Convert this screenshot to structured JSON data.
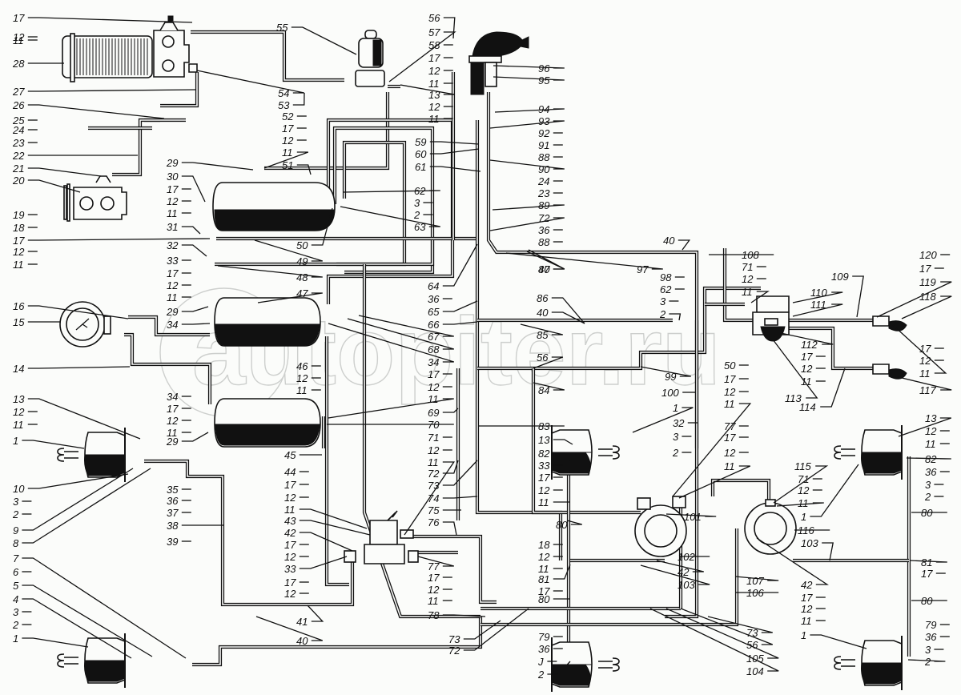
{
  "watermark": "autopiter.ru",
  "components": {
    "compressor": "compressor",
    "cooler": "air-cooler",
    "governor": "pressure-regulator",
    "antifreeze": "antifreeze-pump",
    "tank_top": "receiver",
    "tank_mid": "receiver",
    "tank_bot": "receiver",
    "gauge": "pressure-gauge",
    "brake_valve": "brake-valve",
    "hand_valve": "hand-brake-valve",
    "chamber": "brake-chamber",
    "relay_valve": "accelerator-valve",
    "trailer_valve": "trailer-brake-valve",
    "coupling": "connecting-head"
  },
  "callouts": [
    {
      "id": "c1",
      "text": "17"
    },
    {
      "id": "c2",
      "text": "12"
    },
    {
      "id": "c3",
      "text": "11"
    },
    {
      "id": "c4",
      "text": "28"
    },
    {
      "id": "c5",
      "text": "27"
    },
    {
      "id": "c6",
      "text": "26"
    },
    {
      "id": "c7",
      "text": "25"
    },
    {
      "id": "c8",
      "text": "24"
    },
    {
      "id": "c9",
      "text": "23"
    },
    {
      "id": "c10",
      "text": "22"
    },
    {
      "id": "c11",
      "text": "21"
    },
    {
      "id": "c12",
      "text": "20"
    },
    {
      "id": "c13",
      "text": "19"
    },
    {
      "id": "c14",
      "text": "18"
    },
    {
      "id": "c15",
      "text": "17"
    },
    {
      "id": "c16",
      "text": "12"
    },
    {
      "id": "c17",
      "text": "11"
    },
    {
      "id": "c18",
      "text": "16"
    },
    {
      "id": "c19",
      "text": "15"
    },
    {
      "id": "c20",
      "text": "14"
    },
    {
      "id": "c21",
      "text": "13"
    },
    {
      "id": "c22",
      "text": "12"
    },
    {
      "id": "c23",
      "text": "11"
    },
    {
      "id": "c24",
      "text": "1"
    },
    {
      "id": "c25",
      "text": "10"
    },
    {
      "id": "c26",
      "text": "3"
    },
    {
      "id": "c27",
      "text": "2"
    },
    {
      "id": "c28",
      "text": "9"
    },
    {
      "id": "c29",
      "text": "8"
    },
    {
      "id": "c30",
      "text": "7"
    },
    {
      "id": "c31",
      "text": "6"
    },
    {
      "id": "c32",
      "text": "5"
    },
    {
      "id": "c33",
      "text": "4"
    },
    {
      "id": "c34",
      "text": "3"
    },
    {
      "id": "c35",
      "text": "2"
    },
    {
      "id": "c36",
      "text": "1"
    },
    {
      "id": "c37",
      "text": "29"
    },
    {
      "id": "c38",
      "text": "30"
    },
    {
      "id": "c39",
      "text": "17"
    },
    {
      "id": "c40",
      "text": "12"
    },
    {
      "id": "c41",
      "text": "11"
    },
    {
      "id": "c42",
      "text": "31"
    },
    {
      "id": "c43",
      "text": "32"
    },
    {
      "id": "c44",
      "text": "33"
    },
    {
      "id": "c45",
      "text": "17"
    },
    {
      "id": "c46",
      "text": "12"
    },
    {
      "id": "c47",
      "text": "11"
    },
    {
      "id": "c48",
      "text": "29"
    },
    {
      "id": "c49",
      "text": "34"
    },
    {
      "id": "c50",
      "text": "34"
    },
    {
      "id": "c51",
      "text": "17"
    },
    {
      "id": "c52",
      "text": "12"
    },
    {
      "id": "c53",
      "text": "11"
    },
    {
      "id": "c54",
      "text": "29"
    },
    {
      "id": "c55",
      "text": "35"
    },
    {
      "id": "c56",
      "text": "36"
    },
    {
      "id": "c57",
      "text": "37"
    },
    {
      "id": "c58",
      "text": "38"
    },
    {
      "id": "c59",
      "text": "39"
    },
    {
      "id": "c60",
      "text": "55"
    },
    {
      "id": "c61",
      "text": "54"
    },
    {
      "id": "c62",
      "text": "53"
    },
    {
      "id": "c63",
      "text": "52"
    },
    {
      "id": "c64",
      "text": "17"
    },
    {
      "id": "c65",
      "text": "12"
    },
    {
      "id": "c66",
      "text": "11"
    },
    {
      "id": "c67",
      "text": "51"
    },
    {
      "id": "c68",
      "text": "50"
    },
    {
      "id": "c69",
      "text": "49"
    },
    {
      "id": "c70",
      "text": "48"
    },
    {
      "id": "c71",
      "text": "47"
    },
    {
      "id": "c72",
      "text": "46"
    },
    {
      "id": "c73",
      "text": "12"
    },
    {
      "id": "c74",
      "text": "11"
    },
    {
      "id": "c75",
      "text": "45"
    },
    {
      "id": "c76",
      "text": "44"
    },
    {
      "id": "c77",
      "text": "17"
    },
    {
      "id": "c78",
      "text": "12"
    },
    {
      "id": "c79",
      "text": "11"
    },
    {
      "id": "c80",
      "text": "43"
    },
    {
      "id": "c81",
      "text": "42"
    },
    {
      "id": "c82",
      "text": "17"
    },
    {
      "id": "c83",
      "text": "12"
    },
    {
      "id": "c84",
      "text": "33"
    },
    {
      "id": "c85",
      "text": "17"
    },
    {
      "id": "c86",
      "text": "12"
    },
    {
      "id": "c87",
      "text": "41"
    },
    {
      "id": "c88",
      "text": "40"
    },
    {
      "id": "c89",
      "text": "56"
    },
    {
      "id": "c90",
      "text": "57"
    },
    {
      "id": "c91",
      "text": "58"
    },
    {
      "id": "c92",
      "text": "17"
    },
    {
      "id": "c93",
      "text": "12"
    },
    {
      "id": "c94",
      "text": "11"
    },
    {
      "id": "c95",
      "text": "13"
    },
    {
      "id": "c96",
      "text": "12"
    },
    {
      "id": "c97",
      "text": "11"
    },
    {
      "id": "c98",
      "text": "59"
    },
    {
      "id": "c99",
      "text": "60"
    },
    {
      "id": "c100",
      "text": "61"
    },
    {
      "id": "c101",
      "text": "62"
    },
    {
      "id": "c102",
      "text": "3"
    },
    {
      "id": "c103",
      "text": "2"
    },
    {
      "id": "c104",
      "text": "63"
    },
    {
      "id": "c105",
      "text": "64"
    },
    {
      "id": "c106",
      "text": "36"
    },
    {
      "id": "c107",
      "text": "65"
    },
    {
      "id": "c108",
      "text": "66"
    },
    {
      "id": "c109",
      "text": "67"
    },
    {
      "id": "c110",
      "text": "68"
    },
    {
      "id": "c111",
      "text": "34"
    },
    {
      "id": "c112",
      "text": "17"
    },
    {
      "id": "c113",
      "text": "12"
    },
    {
      "id": "c114",
      "text": "11"
    },
    {
      "id": "c115",
      "text": "69"
    },
    {
      "id": "c116",
      "text": "70"
    },
    {
      "id": "c117",
      "text": "71"
    },
    {
      "id": "c118",
      "text": "12"
    },
    {
      "id": "c119",
      "text": "11"
    },
    {
      "id": "c120",
      "text": "72"
    },
    {
      "id": "c121",
      "text": "73"
    },
    {
      "id": "c122",
      "text": "74"
    },
    {
      "id": "c123",
      "text": "75"
    },
    {
      "id": "c124",
      "text": "76"
    },
    {
      "id": "c125",
      "text": "77"
    },
    {
      "id": "c126",
      "text": "17"
    },
    {
      "id": "c127",
      "text": "12"
    },
    {
      "id": "c128",
      "text": "11"
    },
    {
      "id": "c129",
      "text": "78"
    },
    {
      "id": "c130",
      "text": "73"
    },
    {
      "id": "c131",
      "text": "72"
    },
    {
      "id": "c132",
      "text": "96"
    },
    {
      "id": "c133",
      "text": "95"
    },
    {
      "id": "c134",
      "text": "94"
    },
    {
      "id": "c135",
      "text": "93"
    },
    {
      "id": "c136",
      "text": "92"
    },
    {
      "id": "c137",
      "text": "91"
    },
    {
      "id": "c138",
      "text": "88"
    },
    {
      "id": "c139",
      "text": "90"
    },
    {
      "id": "c140",
      "text": "24"
    },
    {
      "id": "c141",
      "text": "23"
    },
    {
      "id": "c142",
      "text": "89"
    },
    {
      "id": "c143",
      "text": "72"
    },
    {
      "id": "c144",
      "text": "36"
    },
    {
      "id": "c145",
      "text": "88"
    },
    {
      "id": "c146",
      "text": "40"
    },
    {
      "id": "c147",
      "text": "87"
    },
    {
      "id": "c148",
      "text": "40"
    },
    {
      "id": "c149",
      "text": "97"
    },
    {
      "id": "c150",
      "text": "86"
    },
    {
      "id": "c151",
      "text": "40"
    },
    {
      "id": "c152",
      "text": "85"
    },
    {
      "id": "c153",
      "text": "56"
    },
    {
      "id": "c154",
      "text": "98"
    },
    {
      "id": "c155",
      "text": "62"
    },
    {
      "id": "c156",
      "text": "3"
    },
    {
      "id": "c157",
      "text": "2"
    },
    {
      "id": "c158",
      "text": "99"
    },
    {
      "id": "c159",
      "text": "100"
    },
    {
      "id": "c160",
      "text": "84"
    },
    {
      "id": "c161",
      "text": "83"
    },
    {
      "id": "c162",
      "text": "13"
    },
    {
      "id": "c163",
      "text": "82"
    },
    {
      "id": "c164",
      "text": "33"
    },
    {
      "id": "c165",
      "text": "17"
    },
    {
      "id": "c166",
      "text": "12"
    },
    {
      "id": "c167",
      "text": "11"
    },
    {
      "id": "c168",
      "text": "1"
    },
    {
      "id": "c169",
      "text": "32"
    },
    {
      "id": "c170",
      "text": "3"
    },
    {
      "id": "c171",
      "text": "2"
    },
    {
      "id": "c172",
      "text": "50"
    },
    {
      "id": "c173",
      "text": "17"
    },
    {
      "id": "c174",
      "text": "12"
    },
    {
      "id": "c175",
      "text": "11"
    },
    {
      "id": "c176",
      "text": "77"
    },
    {
      "id": "c177",
      "text": "17"
    },
    {
      "id": "c178",
      "text": "12"
    },
    {
      "id": "c179",
      "text": "11"
    },
    {
      "id": "c180",
      "text": "80"
    },
    {
      "id": "c181",
      "text": "101"
    },
    {
      "id": "c182",
      "text": "18"
    },
    {
      "id": "c183",
      "text": "12"
    },
    {
      "id": "c184",
      "text": "11"
    },
    {
      "id": "c185",
      "text": "81"
    },
    {
      "id": "c186",
      "text": "17"
    },
    {
      "id": "c187",
      "text": "80"
    },
    {
      "id": "c188",
      "text": "102"
    },
    {
      "id": "c189",
      "text": "42"
    },
    {
      "id": "c190",
      "text": "103"
    },
    {
      "id": "c191",
      "text": "79"
    },
    {
      "id": "c192",
      "text": "36"
    },
    {
      "id": "c193",
      "text": "J"
    },
    {
      "id": "c194",
      "text": "2"
    },
    {
      "id": "c195",
      "text": "107"
    },
    {
      "id": "c196",
      "text": "106"
    },
    {
      "id": "c197",
      "text": "73"
    },
    {
      "id": "c198",
      "text": "56"
    },
    {
      "id": "c199",
      "text": "105"
    },
    {
      "id": "c200",
      "text": "104"
    },
    {
      "id": "c201",
      "text": "108"
    },
    {
      "id": "c202",
      "text": "71"
    },
    {
      "id": "c203",
      "text": "12"
    },
    {
      "id": "c204",
      "text": "11"
    },
    {
      "id": "c205",
      "text": "110"
    },
    {
      "id": "c206",
      "text": "111"
    },
    {
      "id": "c207",
      "text": "109"
    },
    {
      "id": "c208",
      "text": "112"
    },
    {
      "id": "c209",
      "text": "17"
    },
    {
      "id": "c210",
      "text": "12"
    },
    {
      "id": "c211",
      "text": "11"
    },
    {
      "id": "c212",
      "text": "113"
    },
    {
      "id": "c213",
      "text": "114"
    },
    {
      "id": "c214",
      "text": "120"
    },
    {
      "id": "c215",
      "text": "17"
    },
    {
      "id": "c216",
      "text": "119"
    },
    {
      "id": "c217",
      "text": "118"
    },
    {
      "id": "c218",
      "text": "17"
    },
    {
      "id": "c219",
      "text": "12"
    },
    {
      "id": "c220",
      "text": "11"
    },
    {
      "id": "c221",
      "text": "117"
    },
    {
      "id": "c222",
      "text": "115"
    },
    {
      "id": "c223",
      "text": "71"
    },
    {
      "id": "c224",
      "text": "12"
    },
    {
      "id": "c225",
      "text": "11"
    },
    {
      "id": "c226",
      "text": "116"
    },
    {
      "id": "c227",
      "text": "1"
    },
    {
      "id": "c228",
      "text": "103"
    },
    {
      "id": "c229",
      "text": "42"
    },
    {
      "id": "c230",
      "text": "17"
    },
    {
      "id": "c231",
      "text": "12"
    },
    {
      "id": "c232",
      "text": "11"
    },
    {
      "id": "c233",
      "text": "13"
    },
    {
      "id": "c234",
      "text": "12"
    },
    {
      "id": "c235",
      "text": "11"
    },
    {
      "id": "c236",
      "text": "82"
    },
    {
      "id": "c237",
      "text": "36"
    },
    {
      "id": "c238",
      "text": "3"
    },
    {
      "id": "c239",
      "text": "2"
    },
    {
      "id": "c240",
      "text": "80"
    },
    {
      "id": "c241",
      "text": "81"
    },
    {
      "id": "c242",
      "text": "17"
    },
    {
      "id": "c243",
      "text": "80"
    },
    {
      "id": "c244",
      "text": "1"
    },
    {
      "id": "c245",
      "text": "79"
    },
    {
      "id": "c246",
      "text": "36"
    },
    {
      "id": "c247",
      "text": "3"
    },
    {
      "id": "c248",
      "text": "2"
    }
  ]
}
